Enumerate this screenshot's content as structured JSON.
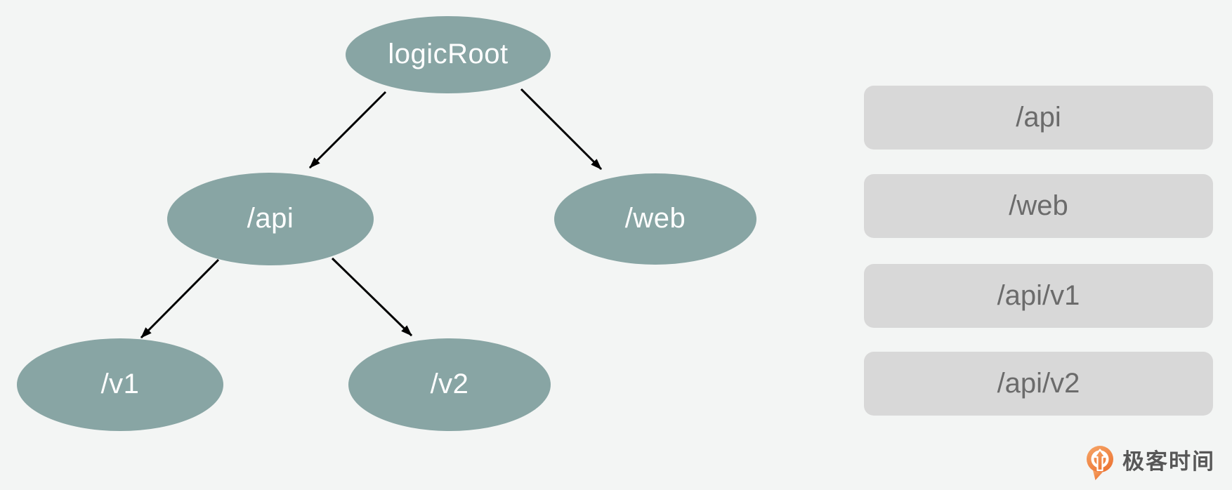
{
  "canvas": {
    "background": "#f3f5f4"
  },
  "diagram": {
    "type": "tree",
    "node_fill": "#88a5a4",
    "node_text_color": "#ffffff",
    "arrow_color": "#000000",
    "nodes": [
      {
        "id": "logicRoot",
        "label": "logicRoot"
      },
      {
        "id": "api",
        "label": "/api"
      },
      {
        "id": "web",
        "label": "/web"
      },
      {
        "id": "v1",
        "label": "/v1"
      },
      {
        "id": "v2",
        "label": "/v2"
      }
    ],
    "edges": [
      {
        "from": "logicRoot",
        "to": "api"
      },
      {
        "from": "logicRoot",
        "to": "web"
      },
      {
        "from": "api",
        "to": "v1"
      },
      {
        "from": "api",
        "to": "v2"
      }
    ]
  },
  "legend": {
    "box_fill": "#d8d8d8",
    "text_color": "#6b6b6b",
    "items": [
      {
        "label": "/api"
      },
      {
        "label": "/web"
      },
      {
        "label": "/api/v1"
      },
      {
        "label": "/api/v2"
      }
    ]
  },
  "brand": {
    "name": "极客时间",
    "icon": "geektime-logo-icon",
    "icon_color": "#ee7c3c",
    "text_color": "#575757"
  }
}
